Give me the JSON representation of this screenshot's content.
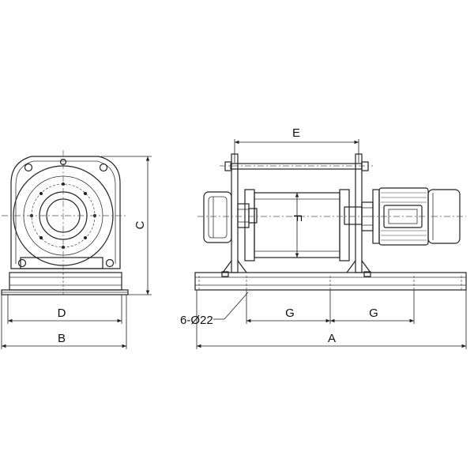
{
  "labels": {
    "A": "A",
    "B": "B",
    "C": "C",
    "D": "D",
    "E": "E",
    "F": "F",
    "G1": "G",
    "G2": "G",
    "holes": "6-Ø22"
  },
  "colors": {
    "line": "#222222",
    "background": "#ffffff"
  }
}
